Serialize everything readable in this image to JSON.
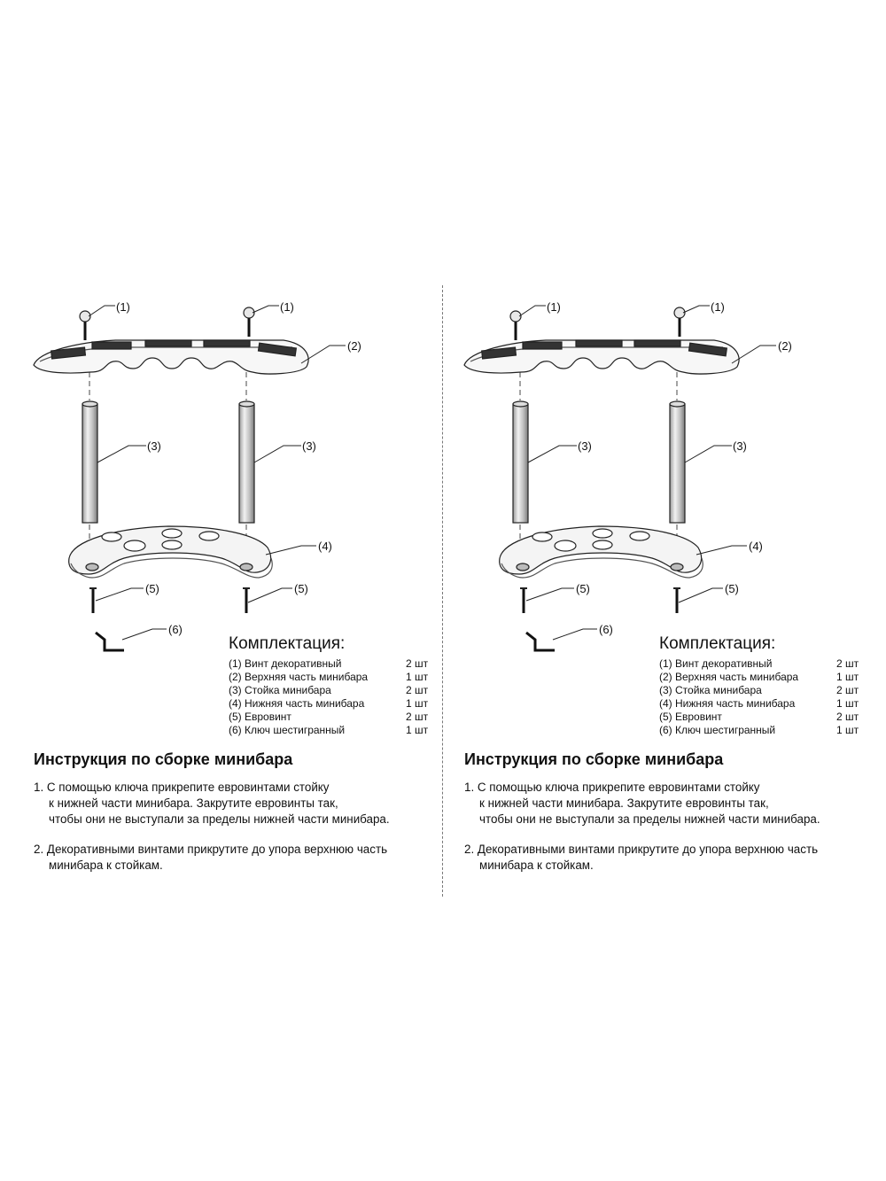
{
  "callouts": {
    "c1": "(1)",
    "c2": "(2)",
    "c3": "(3)",
    "c4": "(4)",
    "c5": "(5)",
    "c6": "(6)"
  },
  "kit": {
    "title": "Комплектация:",
    "items": [
      {
        "name": "(1) Винт декоративный",
        "qty": "2 шт"
      },
      {
        "name": "(2) Верхняя часть минибара",
        "qty": "1 шт"
      },
      {
        "name": "(3) Стойка минибара",
        "qty": "2 шт"
      },
      {
        "name": "(4) Нижняя часть минибара",
        "qty": "1 шт"
      },
      {
        "name": "(5) Евровинт",
        "qty": "2 шт"
      },
      {
        "name": "(6) Ключ шестигранный",
        "qty": "1 шт"
      }
    ]
  },
  "instructions": {
    "title": "Инструкция по сборке минибара",
    "steps": [
      {
        "lines": [
          "1. С помощью ключа прикрепите евровинтами стойку",
          "к нижней части минибара. Закрутите евровинты так,",
          "чтобы они не выступали за пределы нижней части минибара."
        ]
      },
      {
        "lines": [
          "2. Декоративными винтами прикрутите до упора верхнюю часть",
          "минибара к стойкам."
        ]
      }
    ]
  }
}
